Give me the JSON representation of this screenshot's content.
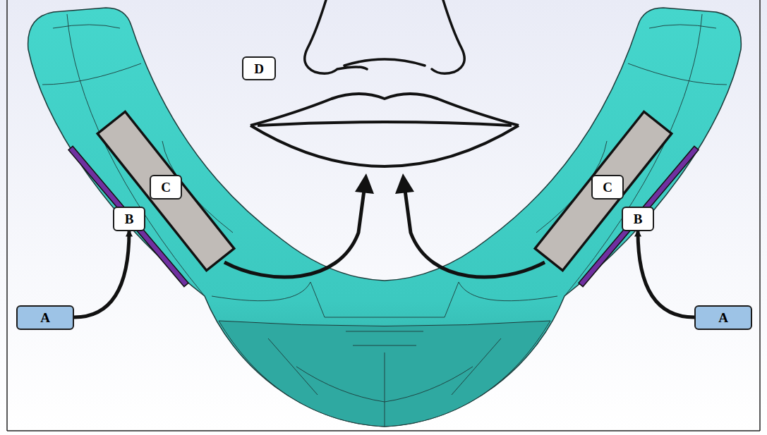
{
  "diagram": {
    "nodes": [
      {
        "text": [
          "D"
        ]
      },
      {
        "text": [
          "C"
        ]
      },
      {
        "text": [
          "C"
        ]
      },
      {
        "text": [
          "B"
        ]
      },
      {
        "text": [
          "B"
        ]
      },
      {
        "text": [
          "A"
        ]
      },
      {
        "text": [
          "A"
        ]
      }
    ],
    "edges": [
      {
        "from": 5,
        "to": 3,
        "arrow": "to"
      },
      {
        "from": 6,
        "to": 4,
        "arrow": "to"
      }
    ]
  }
}
